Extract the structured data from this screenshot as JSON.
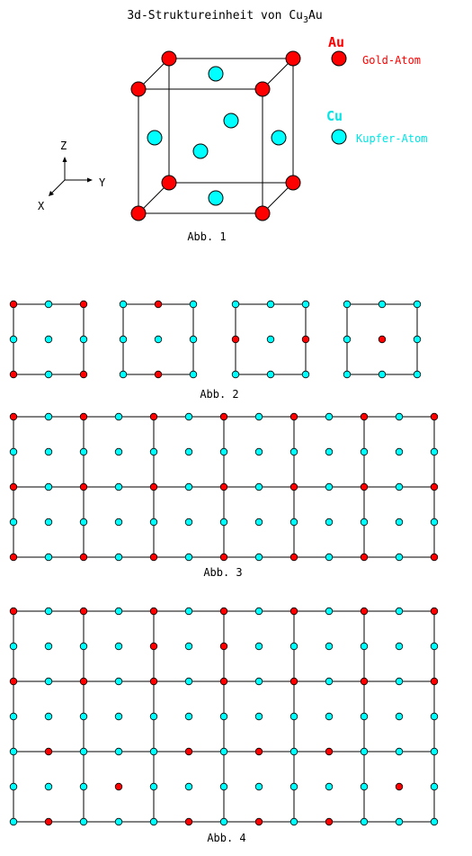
{
  "title": {
    "main": "3d-Struktureinheit von Cu",
    "sub": "3",
    "tail": "Au"
  },
  "legend": {
    "gold": {
      "symbol": "Au",
      "label": "Gold-Atom",
      "color": "#ff0000"
    },
    "copper": {
      "symbol": "Cu",
      "label": "Kupfer-Atom",
      "color": "#00ffff"
    }
  },
  "axes": {
    "z": "Z",
    "y": "Y",
    "x": "X"
  },
  "captions": {
    "fig1": "Abb. 1",
    "fig2": "Abb. 2",
    "fig3": "Abb. 3",
    "fig4": "Abb. 4"
  },
  "figures": {
    "fig2": {
      "cells": [
        [
          "RCR",
          "CCC",
          "RCR"
        ],
        [
          "CRC",
          "CCC",
          "CRC"
        ],
        [
          "CCC",
          "RCR",
          "CCC"
        ],
        [
          "CCC",
          "CRC",
          "CCC"
        ]
      ]
    },
    "fig3": {
      "rows": [
        "RCRCRCRCRCRCR",
        "CCCCCCCCCCCCC",
        "RCRCRCRCRCRCR",
        "CCCCCCCCCCCCC",
        "RCRCRCRCRCRCR"
      ]
    },
    "fig4": {
      "rows": [
        "RCRCRCRCRCRCR",
        "CCCCRCRCCCCCC",
        "RCRCRCRCRCRCR",
        "CCCCCCCCCCCCC",
        "CRCCCRCRCRCCC",
        "CCCRCCCCCCCRC",
        "CRCCCRCRCRCCC"
      ]
    }
  }
}
